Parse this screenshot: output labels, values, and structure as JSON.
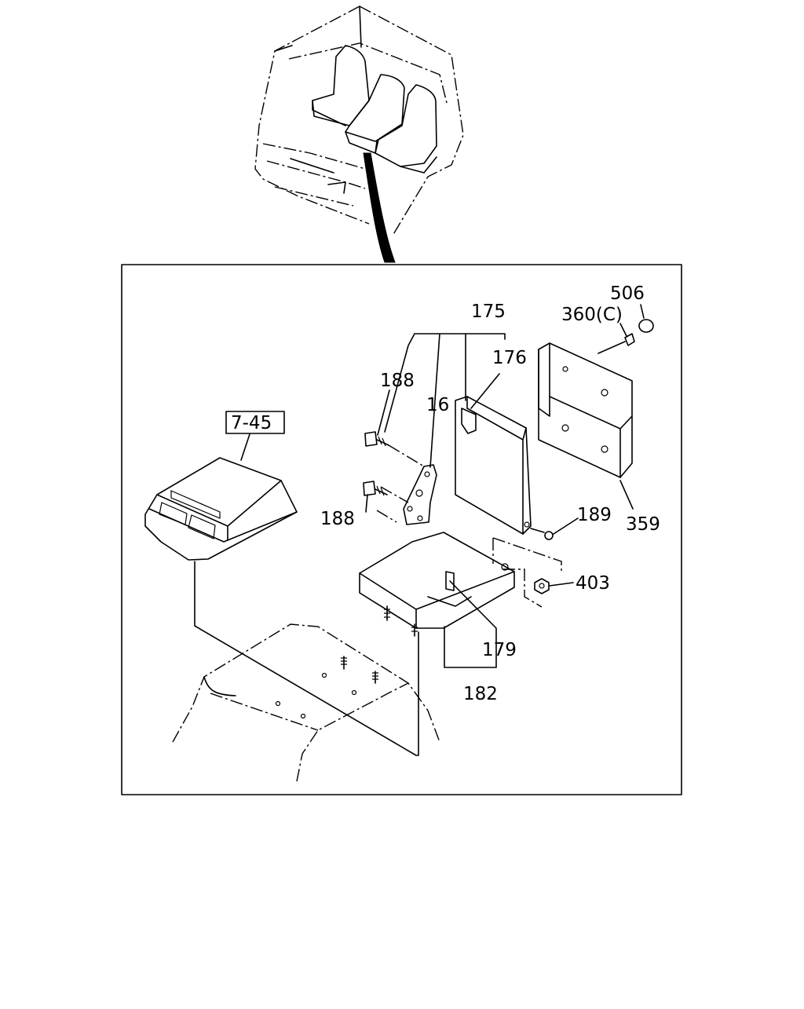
{
  "diagram": {
    "callouts": {
      "c175": "175",
      "c176": "176",
      "c188a": "188",
      "c188b": "188",
      "c16": "16",
      "c506": "506",
      "c360": "360(C)",
      "c359": "359",
      "c189": "189",
      "c403": "403",
      "c179": "179",
      "c182": "182",
      "ref745": "7-45"
    },
    "icons": {
      "cab": "truck-cab-seats-icon",
      "console": "overhead-console-icon",
      "floor": "cab-floor-panel-icon",
      "bracket": "mounting-bracket-icon",
      "module": "control-module-icon",
      "cover": "module-cover-icon",
      "tray": "module-tray-icon",
      "plug": "plug-cap-icon",
      "clip": "push-clip-icon",
      "bolt": "bolt-icon",
      "nut": "nut-icon"
    }
  }
}
